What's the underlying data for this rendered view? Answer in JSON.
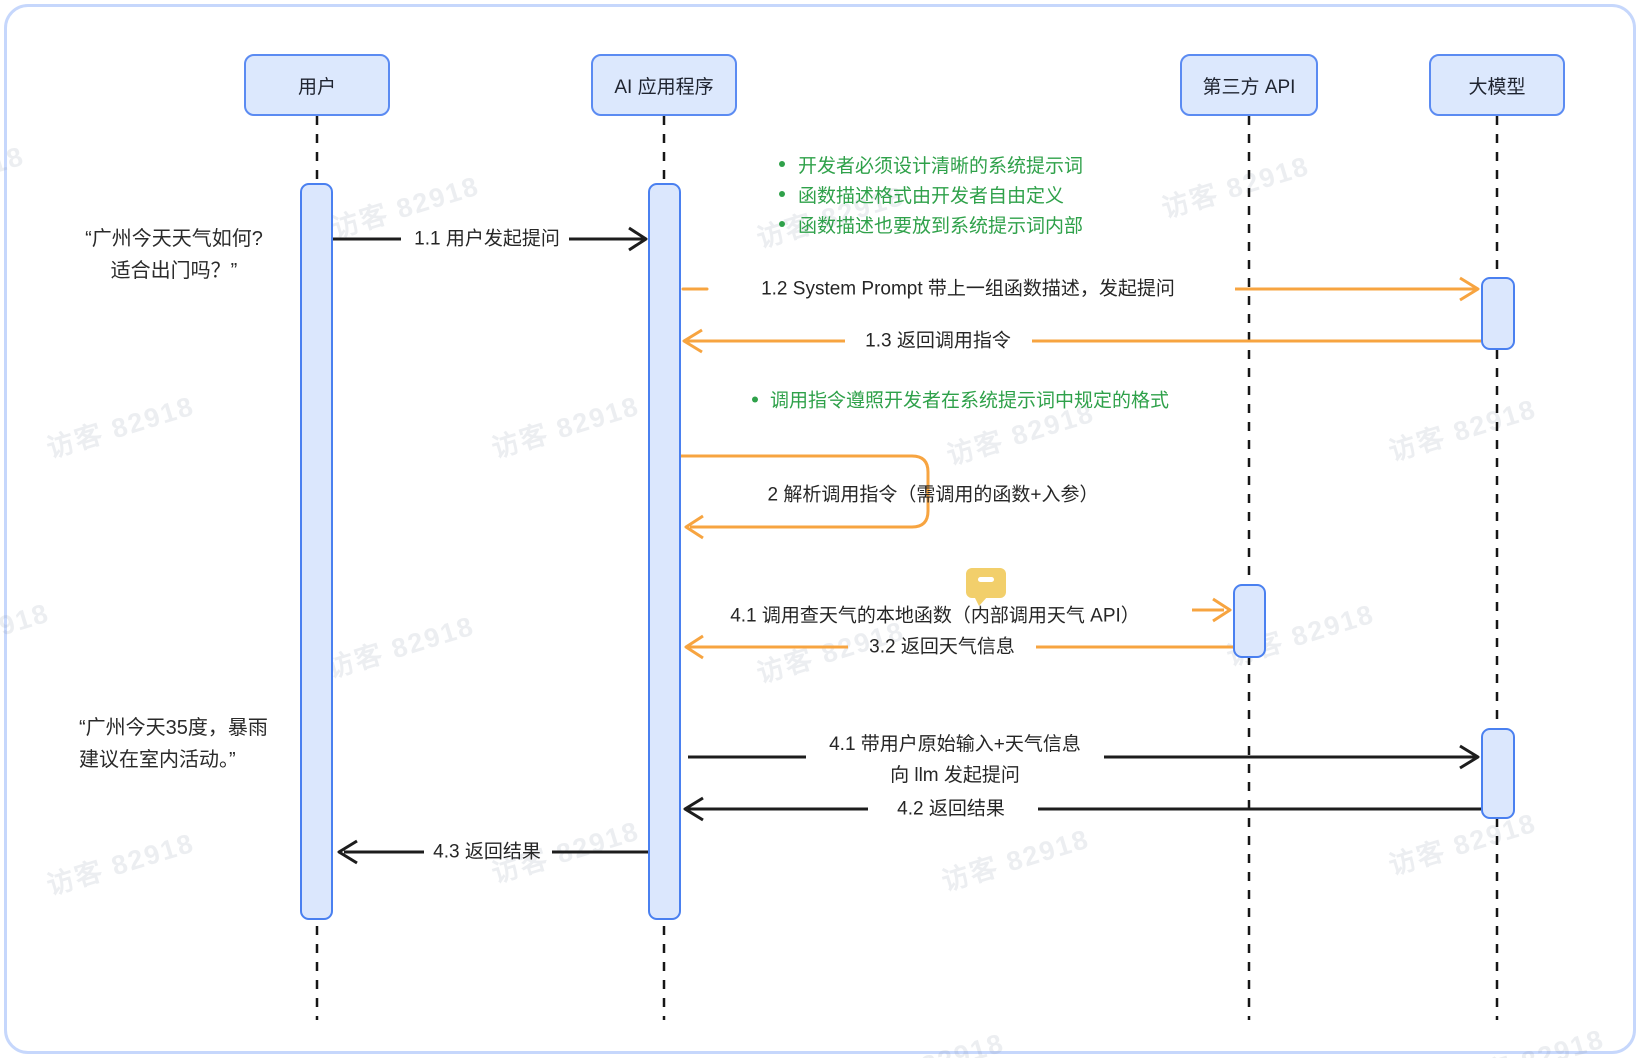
{
  "watermark": {
    "text": "访客 82918"
  },
  "actors": [
    {
      "id": "user",
      "label": "用户"
    },
    {
      "id": "ai-app",
      "label": "AI 应用程序"
    },
    {
      "id": "third-party-api",
      "label": "第三方 API"
    },
    {
      "id": "llm",
      "label": "大模型"
    }
  ],
  "messages": [
    {
      "seq": "1.1",
      "label": "1.1 用户发起提问",
      "from": "user",
      "to": "ai-app",
      "style": "black"
    },
    {
      "seq": "1.2",
      "label": "1.2 System Prompt 带上一组函数描述，发起提问",
      "from": "ai-app",
      "to": "llm",
      "style": "orange"
    },
    {
      "seq": "1.3",
      "label": "1.3 返回调用指令",
      "from": "llm",
      "to": "ai-app",
      "style": "orange"
    },
    {
      "seq": "2",
      "label": "2 解析调用指令（需调用的函数+入参）",
      "from": "ai-app",
      "to": "ai-app",
      "style": "orange-self"
    },
    {
      "seq": "4.1",
      "label": "4.1 调用查天气的本地函数（内部调用天气 API）",
      "from": "ai-app",
      "to": "third-party-api",
      "style": "orange"
    },
    {
      "seq": "3.2",
      "label": "3.2 返回天气信息",
      "from": "third-party-api",
      "to": "ai-app",
      "style": "orange"
    },
    {
      "seq": "4.1",
      "label": "4.1 带用户原始输入+天气信息",
      "label_line2": "向 llm 发起提问",
      "from": "ai-app",
      "to": "llm",
      "style": "black"
    },
    {
      "seq": "4.2",
      "label": "4.2 返回结果",
      "from": "llm",
      "to": "ai-app",
      "style": "black"
    },
    {
      "seq": "4.3",
      "label": "4.3 返回结果",
      "from": "ai-app",
      "to": "user",
      "style": "black"
    }
  ],
  "notes": {
    "system_prompt_bullets": [
      "开发者必须设计清晰的系统提示词",
      "函数描述格式由开发者自由定义",
      "函数描述也要放到系统提示词内部"
    ],
    "instruction_format_bullet": "调用指令遵照开发者在系统提示词中规定的格式"
  },
  "quotes": {
    "user_question_line1": "“广州今天天气如何?",
    "user_question_line2": "适合出门吗？”",
    "answer_line1": "“广州今天35度，暴雨",
    "answer_line2": "建议在室内活动。”"
  },
  "icons": {
    "note_marker": "comment-minus-icon"
  },
  "colors": {
    "canvas_border": "#c6d7fc",
    "actor_border": "#5b8bf2",
    "actor_fill": "#dce8fd",
    "bar_border": "#4a80f0",
    "bar_fill": "#dbe7fd",
    "arrow_black": "#1d1d1d",
    "arrow_orange": "#f7a440",
    "note_green": "#2fa14a",
    "note_icon_yellow": "#f2cf6b",
    "watermark_gray": "rgba(120,132,158,0.14)"
  }
}
